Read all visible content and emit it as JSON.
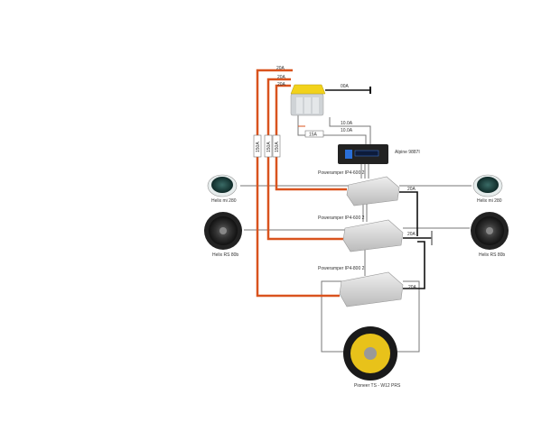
{
  "wires": {
    "power_1": "20A",
    "power_2": "20A",
    "power_3": "20A",
    "fuse_1": "150A",
    "fuse_2": "150A",
    "fuse_3": "150A",
    "ground": "00A",
    "head_fuse": "15A",
    "head_1": "10.0A",
    "head_2": "10.0A",
    "amp_ground_1": "20A",
    "amp_ground_2": "20A",
    "amp_ground_3": "20A"
  },
  "devices": {
    "head_unit": "Alpine 9887I",
    "amp_1": "Poweramper IP4-600 2",
    "amp_2": "Poweramper IP4-600 2",
    "amp_3": "Poweramper IP4-800 2",
    "tweeter_left": "Helix mi 280",
    "tweeter_right": "Helix mi 280",
    "woofer_left": "Helix RS 80b",
    "woofer_right": "Helix RS 80b",
    "subwoofer": "Pioneer TS - W12 PRS"
  },
  "colors": {
    "power_wire": "#d9531e",
    "ground_wire": "#111111",
    "signal_wire": "#777777",
    "battery": "#f2d21b",
    "sub_cone": "#e8c21a"
  }
}
